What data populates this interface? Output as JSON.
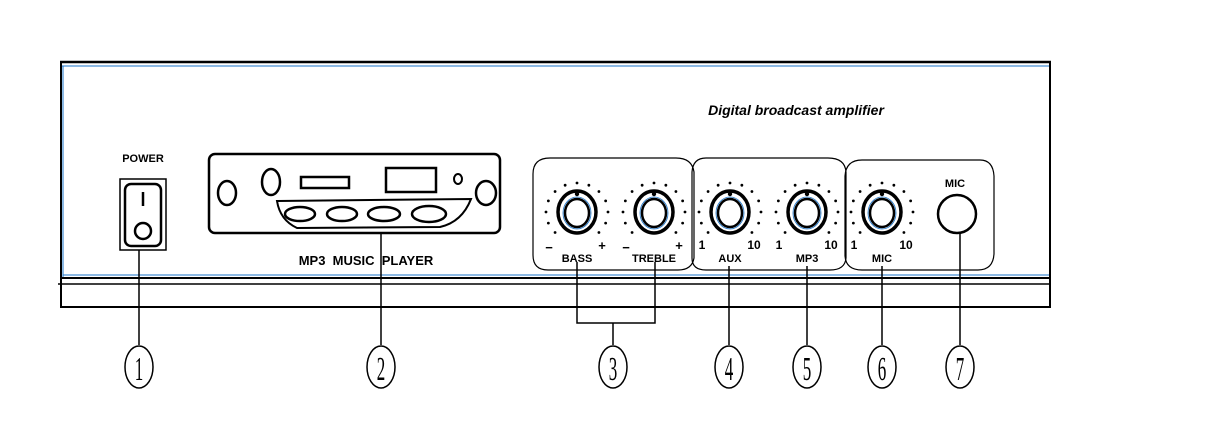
{
  "panel": {
    "title": "Digital broadcast amplifier",
    "accent_color": "#1a73c8"
  },
  "power": {
    "label": "POWER",
    "switch_on_symbol": "I",
    "switch_off_symbol": "O",
    "callout": "1"
  },
  "mp3_player": {
    "label": "MP3  MUSIC  PLAYER",
    "callout": "2"
  },
  "tone_group": {
    "knobs": [
      {
        "name": "BASS",
        "min_label": "−",
        "max_label": "+"
      },
      {
        "name": "TREBLE",
        "min_label": "−",
        "max_label": "+"
      }
    ],
    "callout": "3"
  },
  "volume_group": {
    "knobs": [
      {
        "name": "AUX",
        "min_label": "1",
        "max_label": "10",
        "callout": "4"
      },
      {
        "name": "MP3",
        "min_label": "1",
        "max_label": "10",
        "callout": "5"
      }
    ]
  },
  "mic_group": {
    "knob": {
      "name": "MIC",
      "min_label": "1",
      "max_label": "10",
      "callout": "6"
    },
    "jack": {
      "label": "MIC",
      "callout": "7"
    }
  }
}
